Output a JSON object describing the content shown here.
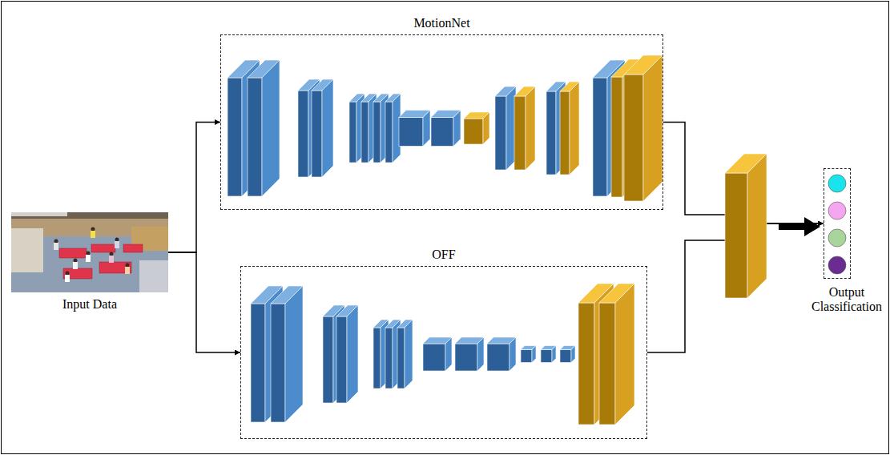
{
  "diagram": {
    "nodes": [
      {
        "text": [
          "Input Data"
        ]
      },
      {
        "text": [
          "MotionNet"
        ]
      },
      {
        "text": [
          "OFF"
        ]
      },
      {
        "text": [
          "Output Classification"
        ]
      }
    ],
    "edges": [
      {
        "from": 0,
        "to": 1,
        "arrow": "to"
      },
      {
        "from": 0,
        "to": 2,
        "arrow": "to"
      },
      {
        "from": 1,
        "to": 3,
        "arrow": "to"
      },
      {
        "from": 2,
        "to": 3,
        "arrow": "to"
      }
    ]
  }
}
